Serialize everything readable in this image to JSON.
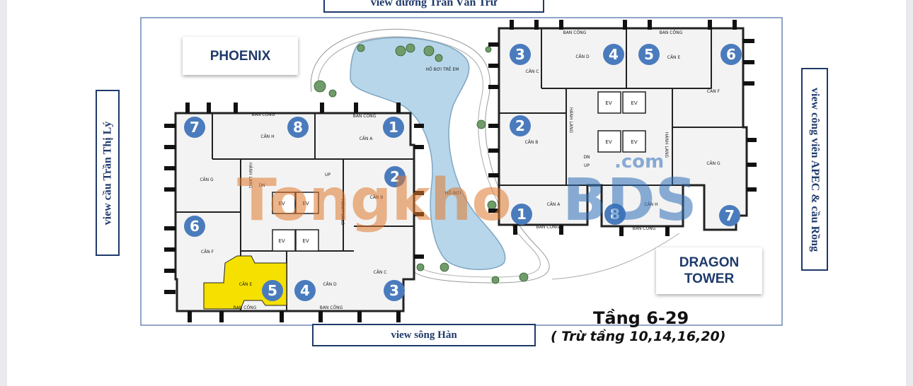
{
  "views": {
    "top": "view đường Trần Văn Trứ",
    "bottom": "view sông Hàn",
    "left": "view cầu Trần Thị Lý",
    "right": "view công viên APEC & cầu Rồng"
  },
  "buildings": {
    "phoenix": "PHOENIX",
    "dragon_line1": "DRAGON",
    "dragon_line2": "TOWER"
  },
  "floor": {
    "title": "Tầng 6-29",
    "subtitle": "( Trừ tầng 10,14,16,20)"
  },
  "pools": {
    "kids": "HỒ BƠI TRẺ EM",
    "main": "HỒ BƠI"
  },
  "watermark": {
    "part1": "Tongkho",
    "part2": "BDS",
    "part3": ".com"
  },
  "common_labels": {
    "balcony": "BAN CÔNG",
    "corridor": "HÀNH LANG",
    "elevator": "EV",
    "up": "UP",
    "down": "DN"
  },
  "phoenix_units": [
    {
      "number": "1",
      "label": "CĂN A"
    },
    {
      "number": "2",
      "label": "CĂN B"
    },
    {
      "number": "3",
      "label": "CĂN C"
    },
    {
      "number": "4",
      "label": "CĂN D"
    },
    {
      "number": "5",
      "label": "CĂN E"
    },
    {
      "number": "6",
      "label": "CĂN F"
    },
    {
      "number": "7",
      "label": "CĂN G"
    },
    {
      "number": "8",
      "label": "CĂN H"
    }
  ],
  "dragon_units": [
    {
      "number": "1",
      "label": "CĂN A"
    },
    {
      "number": "2",
      "label": "CĂN B"
    },
    {
      "number": "3",
      "label": "CĂN C"
    },
    {
      "number": "4",
      "label": "CĂN D"
    },
    {
      "number": "5",
      "label": "CĂN E"
    },
    {
      "number": "6",
      "label": "CĂN F"
    },
    {
      "number": "7",
      "label": "CĂN G"
    },
    {
      "number": "8",
      "label": "CĂN H"
    }
  ],
  "colors": {
    "frame": "#6c87b5",
    "badge": "#4a7bbd",
    "pool": "#b7d6ea",
    "highlight": "#f5e000",
    "wall": "#222222",
    "floor": "#f3f3f3"
  }
}
